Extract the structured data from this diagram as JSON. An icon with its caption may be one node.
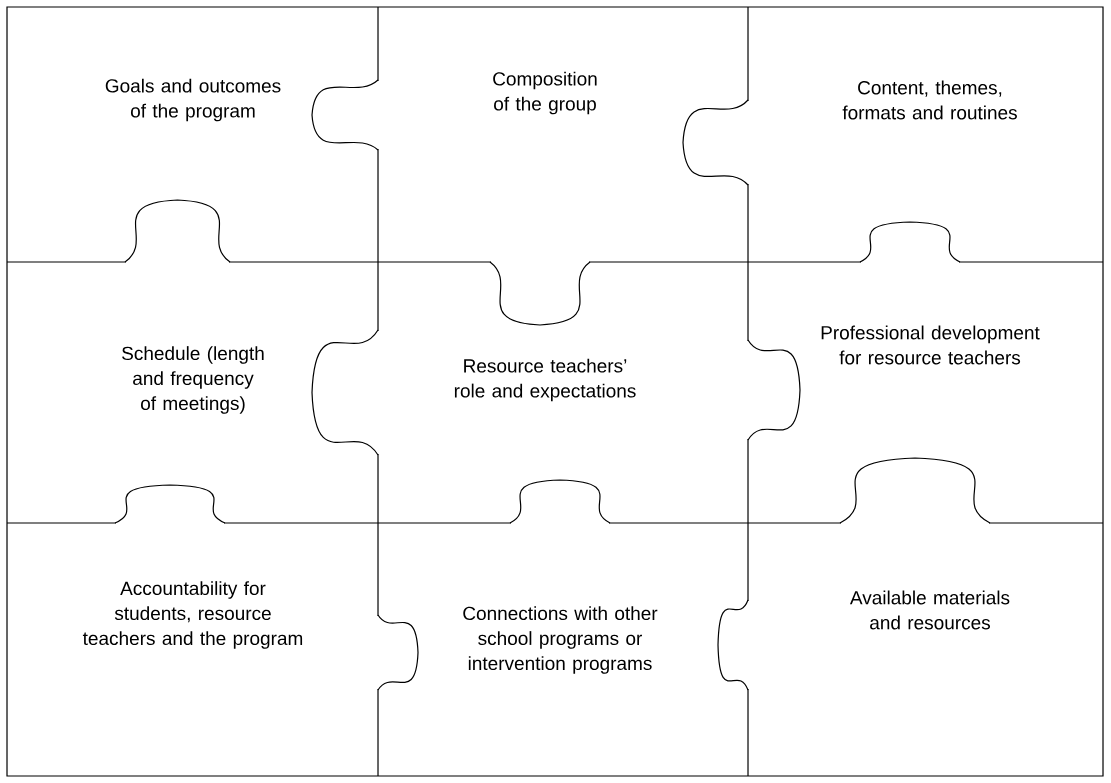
{
  "diagram": {
    "nodes": [
      {
        "text": [
          "Goals and outcomes of the program"
        ]
      },
      {
        "text": [
          "Composition of the group"
        ]
      },
      {
        "text": [
          "Content, themes, formats and routines"
        ]
      },
      {
        "text": [
          "Schedule (length and frequency of meetings)"
        ]
      },
      {
        "text": [
          "Resource teachers’ role and expectations"
        ]
      },
      {
        "text": [
          "Professional development for resource teachers"
        ]
      },
      {
        "text": [
          "Accountability for students, resource teachers and the program"
        ]
      },
      {
        "text": [
          "Connections with other school programs or intervention programs"
        ]
      },
      {
        "text": [
          "Available materials and resources"
        ]
      }
    ]
  }
}
